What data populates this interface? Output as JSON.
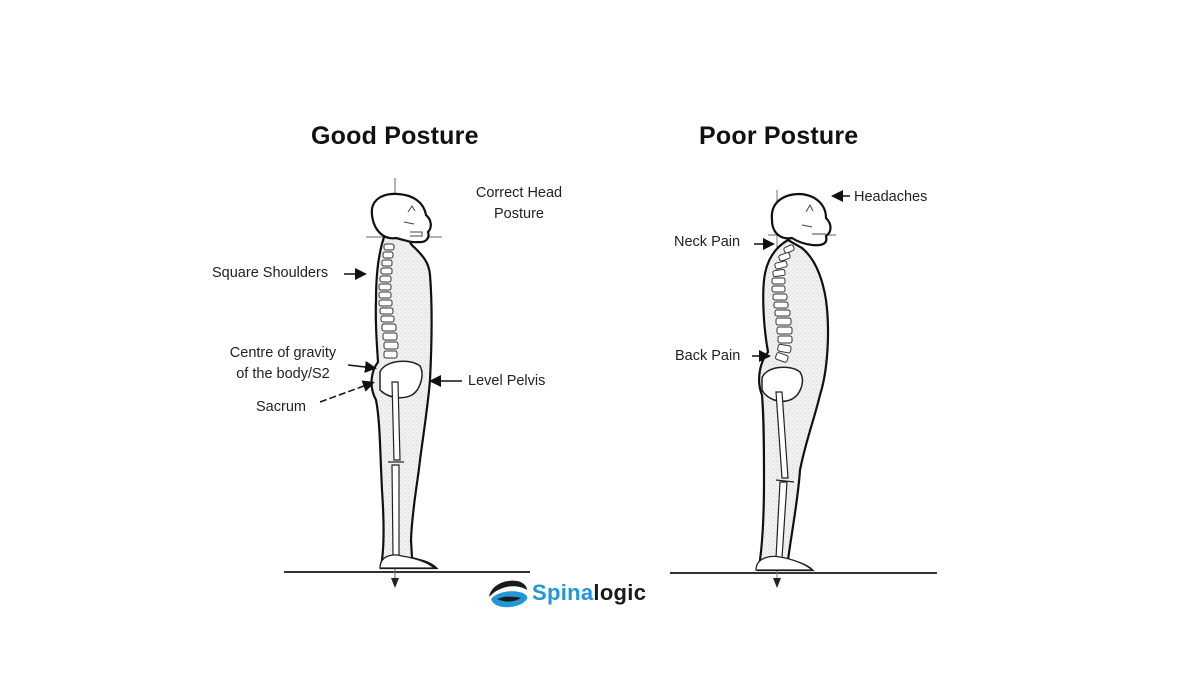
{
  "panels": {
    "good": {
      "title": "Good Posture",
      "labels": {
        "head": [
          "Correct Head",
          "Posture"
        ],
        "shoulders": "Square Shoulders",
        "gravity": [
          "Centre of gravity",
          "of the body/S2"
        ],
        "pelvis": "Level Pelvis",
        "sacrum": "Sacrum"
      }
    },
    "poor": {
      "title": "Poor Posture",
      "labels": {
        "headaches": "Headaches",
        "neck": "Neck Pain",
        "back": "Back Pain"
      }
    }
  },
  "logo": {
    "part1": "Spina",
    "part2": "logic",
    "icon": "spinalogic-swoosh-icon",
    "colors": {
      "blue": "#2196d9",
      "dark": "#1a1a1a"
    }
  }
}
